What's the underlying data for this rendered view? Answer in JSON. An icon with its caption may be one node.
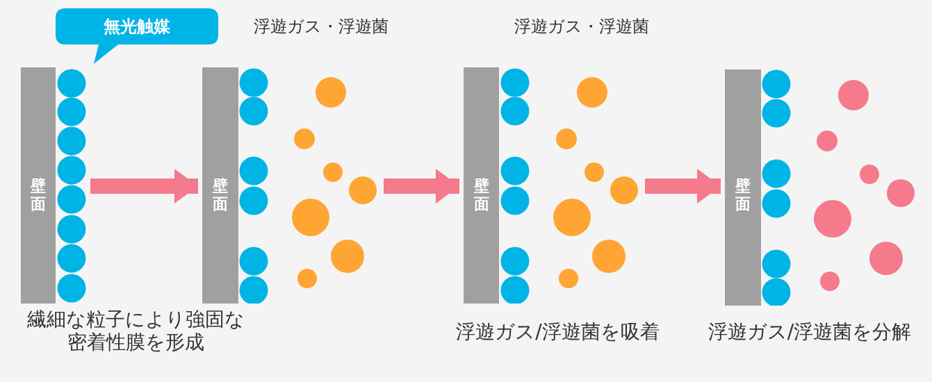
{
  "diagram": {
    "nodes": [
      {
        "text": [
          "無光触媒"
        ]
      },
      {
        "text": [
          "壁面"
        ],
        "beside": [
          "繊細な粒子により強固な密着性膜を形成"
        ]
      },
      {
        "text": [
          "壁面"
        ],
        "beside": [
          "浮遊ガス・浮遊菌"
        ]
      },
      {
        "text": [
          "壁面"
        ],
        "beside": [
          "浮遊ガス・浮遊菌",
          "浮遊ガス/浮遊菌を吸着"
        ]
      },
      {
        "text": [
          "壁面"
        ],
        "beside": [
          "浮遊ガス/浮遊菌を分解"
        ]
      }
    ],
    "edges": [
      {
        "from": 1,
        "to": 2,
        "arrow": "to"
      },
      {
        "from": 2,
        "to": 3,
        "arrow": "to"
      },
      {
        "from": 3,
        "to": 4,
        "arrow": "to"
      }
    ]
  }
}
